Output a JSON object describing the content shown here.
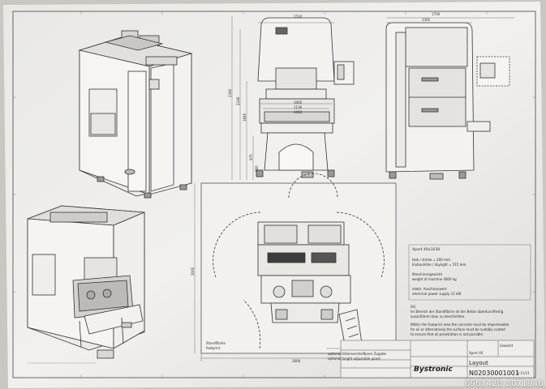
{
  "dimensions": {
    "top_width_1": "1520",
    "top_width_2": "1700",
    "top_width_3": "1392",
    "height_1": "1840",
    "height_2": "2248",
    "height_3": "2340",
    "height_4": "975",
    "height_5": "960",
    "front_1": "1060",
    "front_2": "1130",
    "front_3": "1000",
    "plan_height": "3000",
    "plan_width": "3000"
  },
  "labels": {
    "standflaeche": "Standfläche",
    "footprint": "footprint",
    "optional_de": "optional höhenverstellbarer Zugabe",
    "optional_en": "optional height adjustable panel"
  },
  "notes": {
    "machine": "Xpert 40x1030",
    "spec_lines": [
      "Hub / stroke                     = 200 mm",
      "Einbauhöhe / daylight        = 515 mm",
      "Maschinengewicht",
      "weight of machine              4000 kg",
      "elektr. Anschlusswert",
      "electrical power supply       12 kW"
    ],
    "hint": "[H]",
    "de_lines": [
      "Im Bereich der Standfläche ist der Beton überdurchfestig",
      "auszuführen bzw. zu beschichten."
    ],
    "en_lines": [
      "Within the footprint area the concrete must be impermeable",
      "for oil or alternatively the surface must be suitably coated",
      "to ensure that oil penetration is not possible."
    ]
  },
  "titleblock": {
    "brand": "Bystronic",
    "drawing_name": "Layout",
    "doc_number": "N02030001001",
    "sheet": "-3 11/11",
    "product": "Xpert 40",
    "material": "Gewicht"
  },
  "watermark": "6967420-2071946"
}
